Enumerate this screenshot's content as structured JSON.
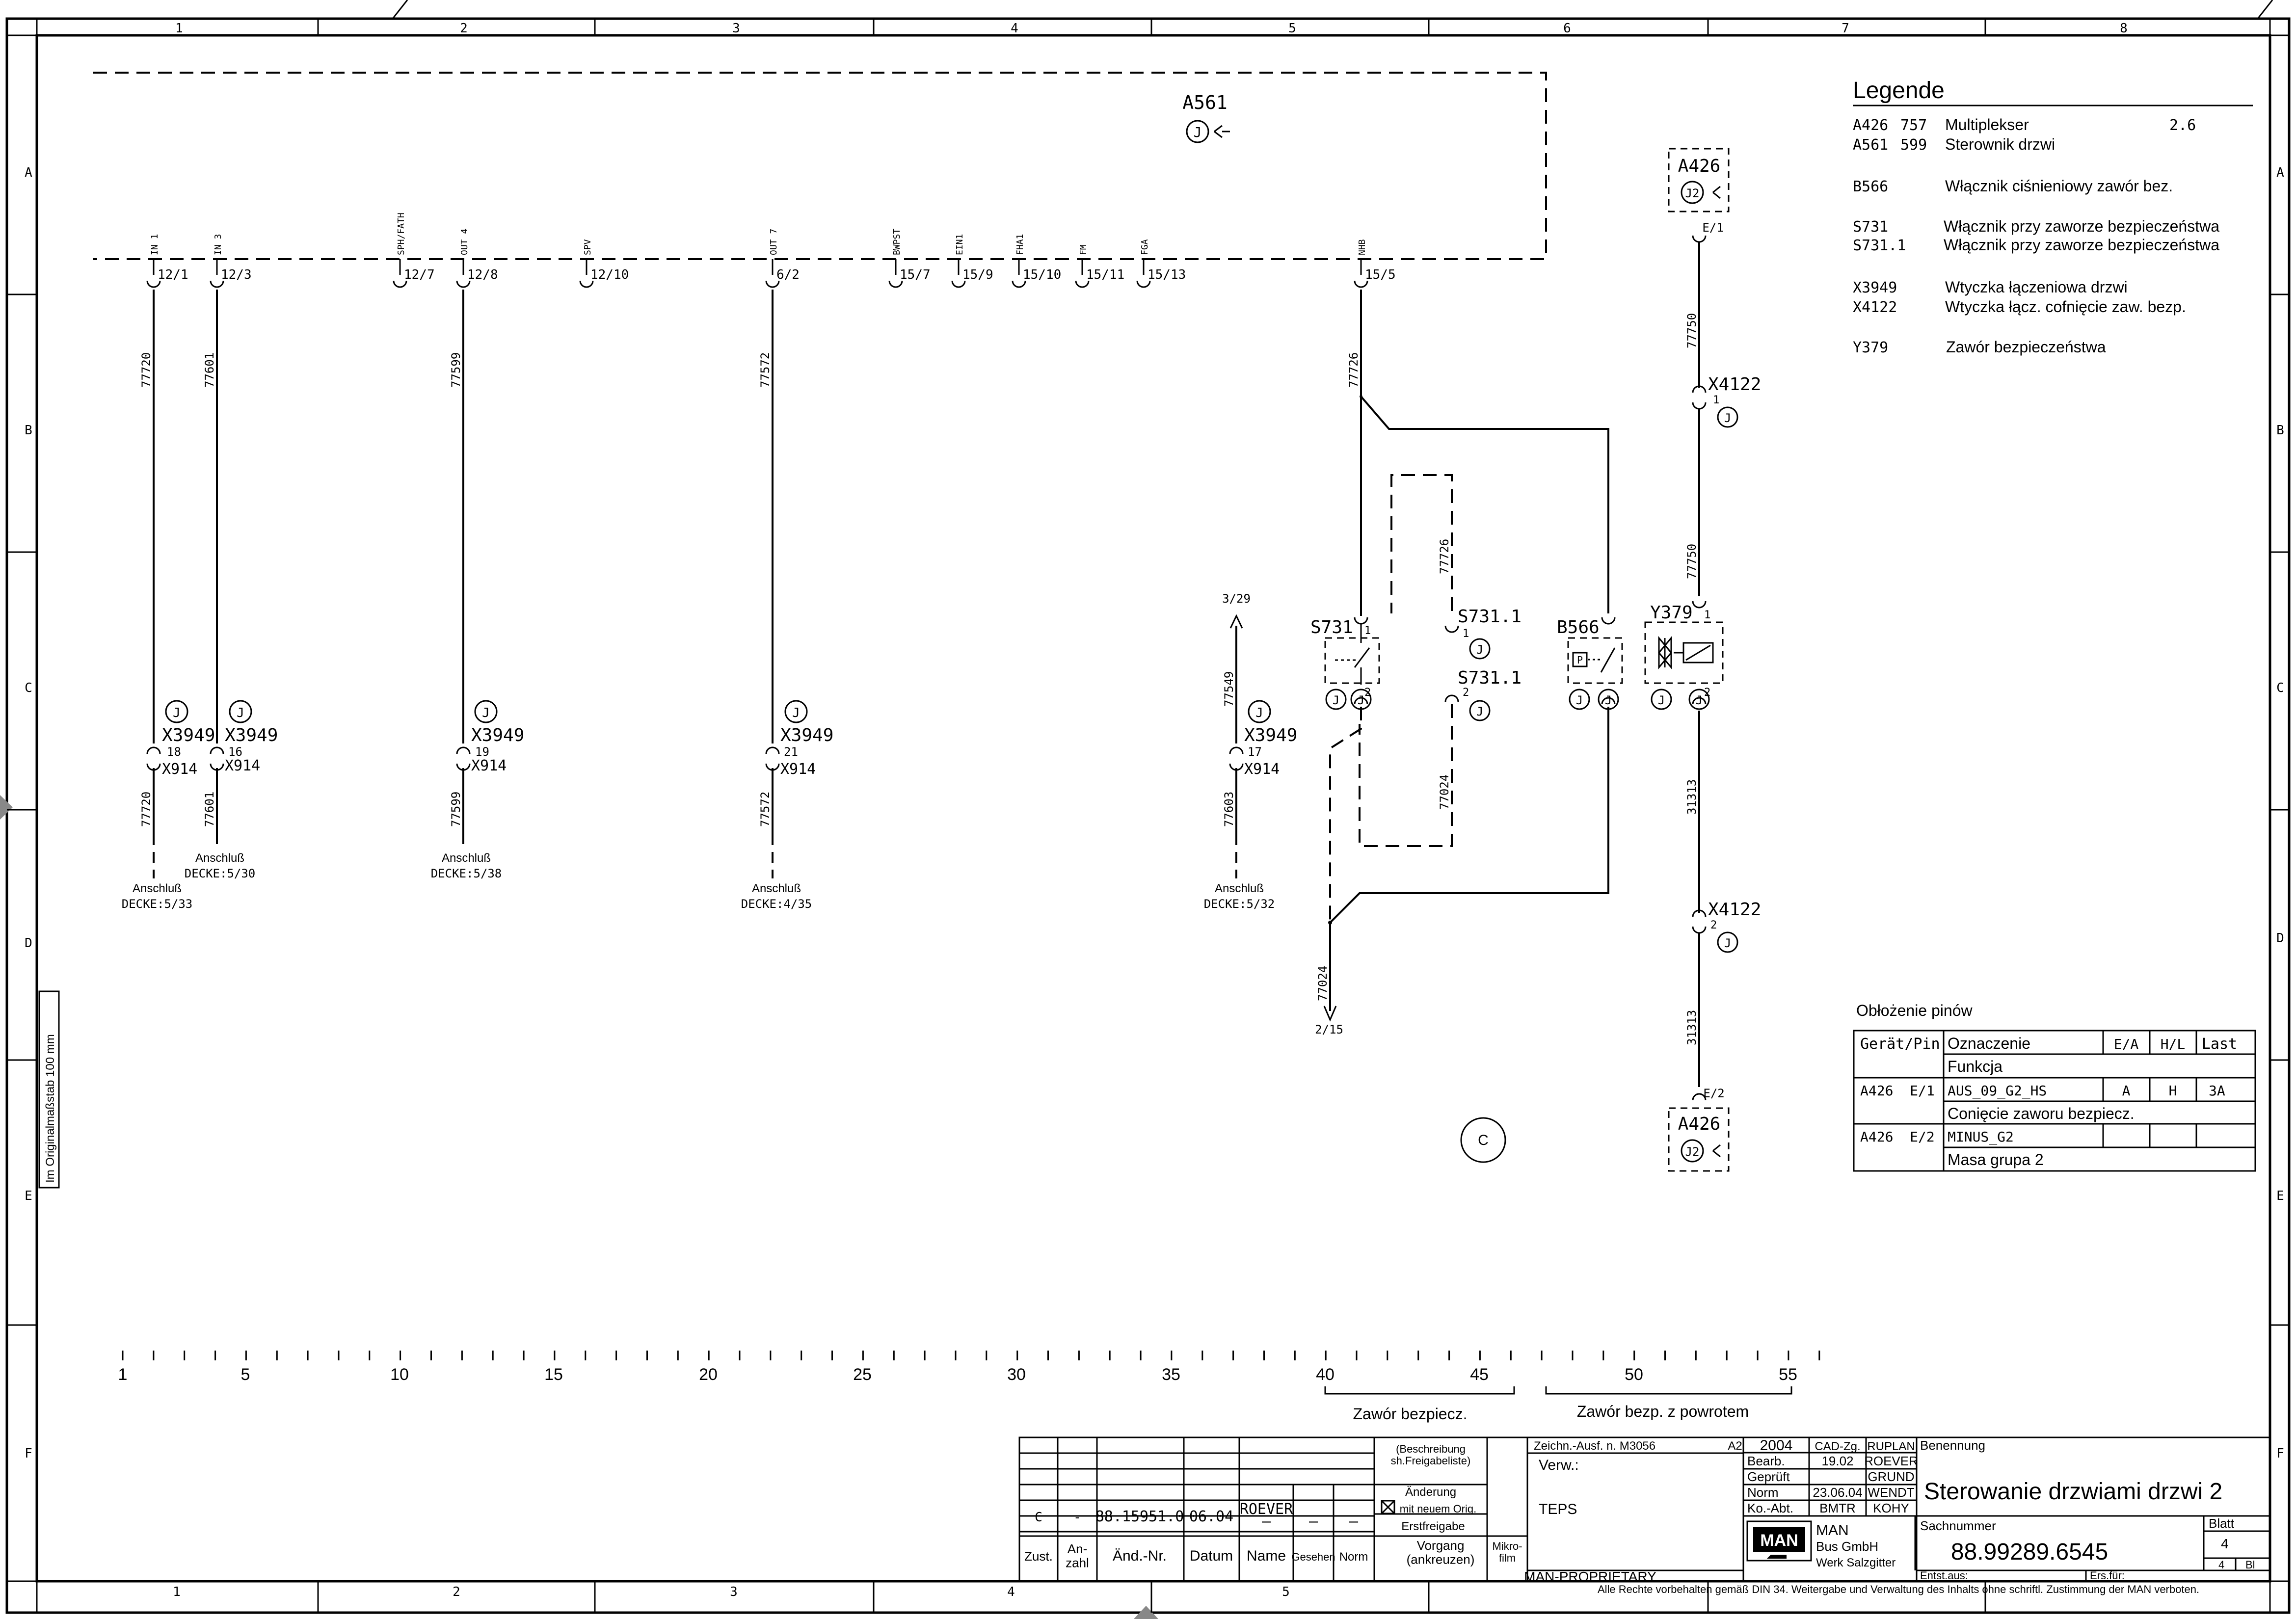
{
  "frame": {
    "columns": [
      "1",
      "2",
      "3",
      "4",
      "5",
      "6",
      "7",
      "8"
    ],
    "rows": [
      "A",
      "B",
      "C",
      "D",
      "E",
      "F"
    ],
    "scale_note": "Im Originalmaßstab 100 mm"
  },
  "module": {
    "label": "A561",
    "jack": "J"
  },
  "bus_signals": [
    {
      "name": "IN 1",
      "pin": "12/1"
    },
    {
      "name": "IN 3",
      "pin": "12/3"
    },
    {
      "name": "SPH/FATH",
      "pin": "12/7"
    },
    {
      "name": "OUT 4",
      "pin": "12/8"
    },
    {
      "name": "SPV",
      "pin": "12/10"
    },
    {
      "name": "OUT 7",
      "pin": "6/2"
    },
    {
      "name": "BWPST",
      "pin": "15/7"
    },
    {
      "name": "EIN1",
      "pin": "15/9"
    },
    {
      "name": "FHA1",
      "pin": "15/10"
    },
    {
      "name": "FM",
      "pin": "15/11"
    },
    {
      "name": "FGA",
      "pin": "15/13"
    },
    {
      "name": "NHB",
      "pin": "15/5"
    }
  ],
  "wires": {
    "w77720": "77720",
    "w77601": "77601",
    "w77599": "77599",
    "w77572": "77572",
    "w77726a": "77726",
    "w77726b": "77726",
    "w77549": "77549",
    "w77603": "77603",
    "w77024a": "77024",
    "w77024b": "77024",
    "w77750a": "77750",
    "w77750b": "77750",
    "w31313a": "31313",
    "w31313b": "31313"
  },
  "connectors": {
    "x3949": "X3949",
    "x914": "X914",
    "c1": {
      "pin": "18"
    },
    "c2": {
      "pin": "16"
    },
    "c3": {
      "pin": "19"
    },
    "c4": {
      "pin": "21"
    },
    "c5": {
      "pin": "17"
    },
    "jack": "J"
  },
  "anschluss": {
    "word": "Anschluß",
    "a1": "DECKE:5/33",
    "a2": "DECKE:5/30",
    "a3": "DECKE:5/38",
    "a4": "DECKE:4/35",
    "a5": "DECKE:5/32"
  },
  "refs": {
    "r329": "3/29",
    "r215": "2/15"
  },
  "components": {
    "s731": "S731",
    "s7311": "S731.1",
    "b566": "B566",
    "y379": "Y379",
    "a426": "A426",
    "a426_jack": "J2",
    "x4122": "X4122",
    "e1": "E/1",
    "e2": "E/2",
    "one": "1",
    "two": "2",
    "p": "P"
  },
  "revision_marker": "C",
  "legend": {
    "title": "Legende",
    "items": [
      {
        "code": "A426",
        "num": "757",
        "text": "Multiplekser",
        "ref": "2.6"
      },
      {
        "code": "A561",
        "num": "599",
        "text": "Sterownik drzwi",
        "ref": ""
      },
      {
        "code": "B566",
        "num": "",
        "text": "Włącznik ciśnieniowy zawór bez.",
        "ref": ""
      },
      {
        "code": "S731",
        "num": "",
        "text": "Włącznik przy zaworze bezpieczeństwa",
        "ref": ""
      },
      {
        "code": "S731.1",
        "num": "",
        "text": "Włącznik przy zaworze bezpieczeństwa",
        "ref": ""
      },
      {
        "code": "X3949",
        "num": "",
        "text": "Wtyczka łączeniowa drzwi",
        "ref": ""
      },
      {
        "code": "X4122",
        "num": "",
        "text": "Wtyczka łącz. cofnięcie zaw. bezp.",
        "ref": ""
      },
      {
        "code": "Y379",
        "num": "",
        "text": "Zawór bezpieczeństwa",
        "ref": ""
      }
    ]
  },
  "pin_table": {
    "title": "Obłożenie pinów",
    "headers": [
      "Gerät/Pin",
      "Oznaczenie",
      "E/A",
      "H/L",
      "Last"
    ],
    "function_label": "Funkcja",
    "rows": [
      {
        "device": "A426  E/1",
        "designation": "AUS_09_G2_HS",
        "ea": "A",
        "hl": "H",
        "last": "3A",
        "function": "Conięcie zaworu bezpiecz."
      },
      {
        "device": "A426  E/2",
        "designation": "MINUS_G2",
        "ea": "",
        "hl": "",
        "last": "",
        "function": "Masa grupa 2"
      }
    ]
  },
  "ruler": {
    "labels": [
      "1",
      "5",
      "10",
      "15",
      "20",
      "25",
      "30",
      "35",
      "40",
      "45",
      "50",
      "55"
    ],
    "group1": "Zawór bezpiecz.",
    "group2": "Zawór bezp. z powrotem"
  },
  "title_block": {
    "rev": {
      "zust": "C",
      "anzahl": "-",
      "aend_nr": "88.15951.0",
      "datum": "06.04",
      "name": "ROEVER"
    },
    "rev_headers": {
      "zust": "Zust.",
      "anzahl": "An-\nzahl",
      "aend_nr": "Änd.-Nr.",
      "datum": "Datum",
      "name": "Name",
      "gesehen": "Gesehen",
      "norm": "Norm"
    },
    "dash": "—",
    "notes": {
      "beschreibung": "(Beschreibung\nsh.Freigabeliste)",
      "aenderung": "Änderung",
      "mit_neuem": "mit neuem Orig.",
      "erstfreigabe": "Erstfreigabe",
      "vorgang": "Vorgang\n(ankreuzen)",
      "mikrofilm": "Mikro-\nfilm"
    },
    "zeichn": "Zeichn.-Ausf. n. M3056",
    "format": "A2",
    "verw": "Verw.:",
    "teps": "TEPS",
    "proprietary": "MAN-PROPRIETARY",
    "year": "2004",
    "cad_label": "CAD-Zg.",
    "cad_value": "RUPLAN",
    "roles": [
      {
        "role": "Bearb.",
        "date": "19.02",
        "name": "ROEVER"
      },
      {
        "role": "Geprüft",
        "date": "",
        "name": "GRUND"
      },
      {
        "role": "Norm",
        "date": "23.06.04",
        "name": "WENDT"
      },
      {
        "role": "Ko.-Abt.",
        "date": "BMTR",
        "name": "KOHY"
      }
    ],
    "benennung_label": "Benennung",
    "title": "Sterowanie drzwiami drzwi 2",
    "company": {
      "logo": "MAN",
      "line1": "MAN",
      "line2": "Bus GmbH",
      "line3": "Werk Salzgitter"
    },
    "sachnummer_label": "Sachnummer",
    "sachnummer": "88.99289.6545",
    "blatt_label": "Blatt",
    "blatt": "4",
    "blatt_total": "4",
    "bl": "Bl",
    "entst_aus": "Entst.aus:",
    "ers_fuer": "Ers.für:",
    "rights": "Alle Rechte vorbehalten gemäß DIN 34. Weitergabe und Verwaltung des Inhalts ohne schriftl. Zustimmung der MAN verboten."
  }
}
